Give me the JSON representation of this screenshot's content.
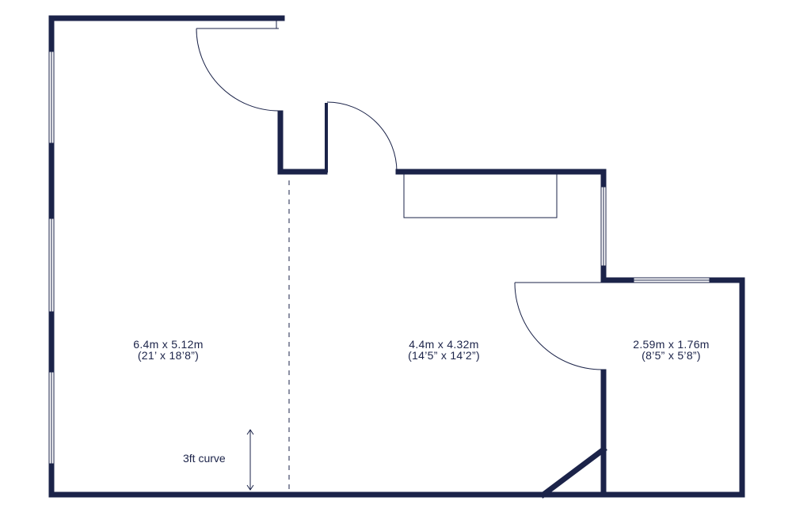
{
  "colors": {
    "wall": "#1b2349",
    "line": "#1b2349",
    "window_fill": "#ffffff",
    "background": "#ffffff"
  },
  "rooms": [
    {
      "metric": "6.4m x 5.12m",
      "imperial": "(21’ x 18’8”)"
    },
    {
      "metric": "4.4m x 4.32m",
      "imperial": "(14’5” x 14’2”)"
    },
    {
      "metric": "2.59m x 1.76m",
      "imperial": "(8’5” x 5’8”)"
    }
  ],
  "annotations": {
    "curve_note": "3ft curve"
  }
}
